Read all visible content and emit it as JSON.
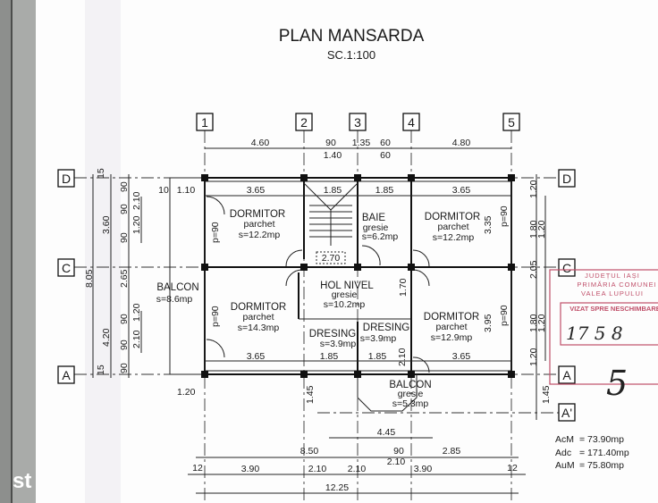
{
  "title": "PLAN MANSARDA",
  "scale": "SC.1:100",
  "axes": {
    "columns": [
      "1",
      "2",
      "3",
      "4",
      "5"
    ],
    "rows_left": [
      "D",
      "C",
      "A"
    ],
    "rows_right": [
      "D",
      "C",
      "A",
      "A'"
    ]
  },
  "top_dims": {
    "d1": "4.60",
    "d2": "90",
    "d3": "1.35",
    "d4": "60",
    "d5": "4.80",
    "d6": "1.40",
    "d7": "60"
  },
  "inner_top_dims": {
    "a": "10",
    "b": "1.10",
    "c": "3.65",
    "d": "1.85",
    "e": "1.85",
    "f": "3.65"
  },
  "inner_bottom_dims": {
    "a": "3.65",
    "b": "1.85",
    "c": "1.85",
    "d": "3.65"
  },
  "rooms": [
    {
      "name": "DORMITOR",
      "floor": "parchet",
      "area": "s=12.2mp"
    },
    {
      "name": "BAIE",
      "floor": "gresie",
      "area": "s=6.2mp"
    },
    {
      "name": "DORMITOR",
      "floor": "parchet",
      "area": "s=12.2mp"
    },
    {
      "name": "BALCON",
      "area": "s=8.6mp"
    },
    {
      "name": "DORMITOR",
      "floor": "parchet",
      "area": "s=14.3mp"
    },
    {
      "name": "HOL NIVEL",
      "floor": "gresie",
      "area": "s=10.2mp"
    },
    {
      "name": "DRESING",
      "area": "s=3.9mp"
    },
    {
      "name": "DRESING",
      "area": "s=3.9mp"
    },
    {
      "name": "DORMITOR",
      "floor": "parchet",
      "area": "s=12.9mp"
    },
    {
      "name": "BALCON",
      "floor": "gresie",
      "area": "s=5.3mp"
    }
  ],
  "door_labels": {
    "p1": "p=90",
    "p2": "p=90",
    "p3": "p=90",
    "p4": "p=90"
  },
  "level": "2.70",
  "inner_vertical_dims": {
    "a": "3.35",
    "b": "3.95",
    "c": "1.70",
    "d": "2.10"
  },
  "left_dims": {
    "total": "8.05",
    "a": "3.60",
    "b": "2.65",
    "c": "4.20",
    "d1": "90",
    "d2": "90",
    "d3": "90",
    "d4": "90",
    "d5": "90",
    "d6": "90",
    "e1": "2.10",
    "e2": "1.20",
    "e3": "1.20",
    "e4": "2.10",
    "f1": "15",
    "f2": "15"
  },
  "right_dims": {
    "a": "1.20",
    "b": "1.80",
    "b2": "1.20",
    "c": "2.05",
    "d": "1.80",
    "d2": "1.20",
    "e": "1.20",
    "f": "1.45"
  },
  "bottom_dims": {
    "a": "1.20",
    "b": "1.45",
    "c": "4.45",
    "d": "8.50",
    "e": "90",
    "f": "2.85",
    "g": "2.10",
    "h": "12",
    "i": "3.90",
    "j": "2.10",
    "k": "2.10",
    "l": "3.90",
    "m": "12",
    "total": "12.25"
  },
  "areas": [
    {
      "label": "AcM",
      "value": "= 73.90mp"
    },
    {
      "label": "Adc",
      "value": "= 171.40mp"
    },
    {
      "label": "AuM",
      "value": "= 75.80mp"
    }
  ],
  "stamp": {
    "line1": "JUDEȚUL IAȘI",
    "line2": "PRIMĂRIA COMUNEI",
    "line3": "VALEA LUPULUI",
    "line4": "VIZAT SPRE NESCHIMBARE",
    "handwritten": "17 5 8",
    "signature": "5",
    "color": "#c0506a"
  },
  "watermark": "st"
}
